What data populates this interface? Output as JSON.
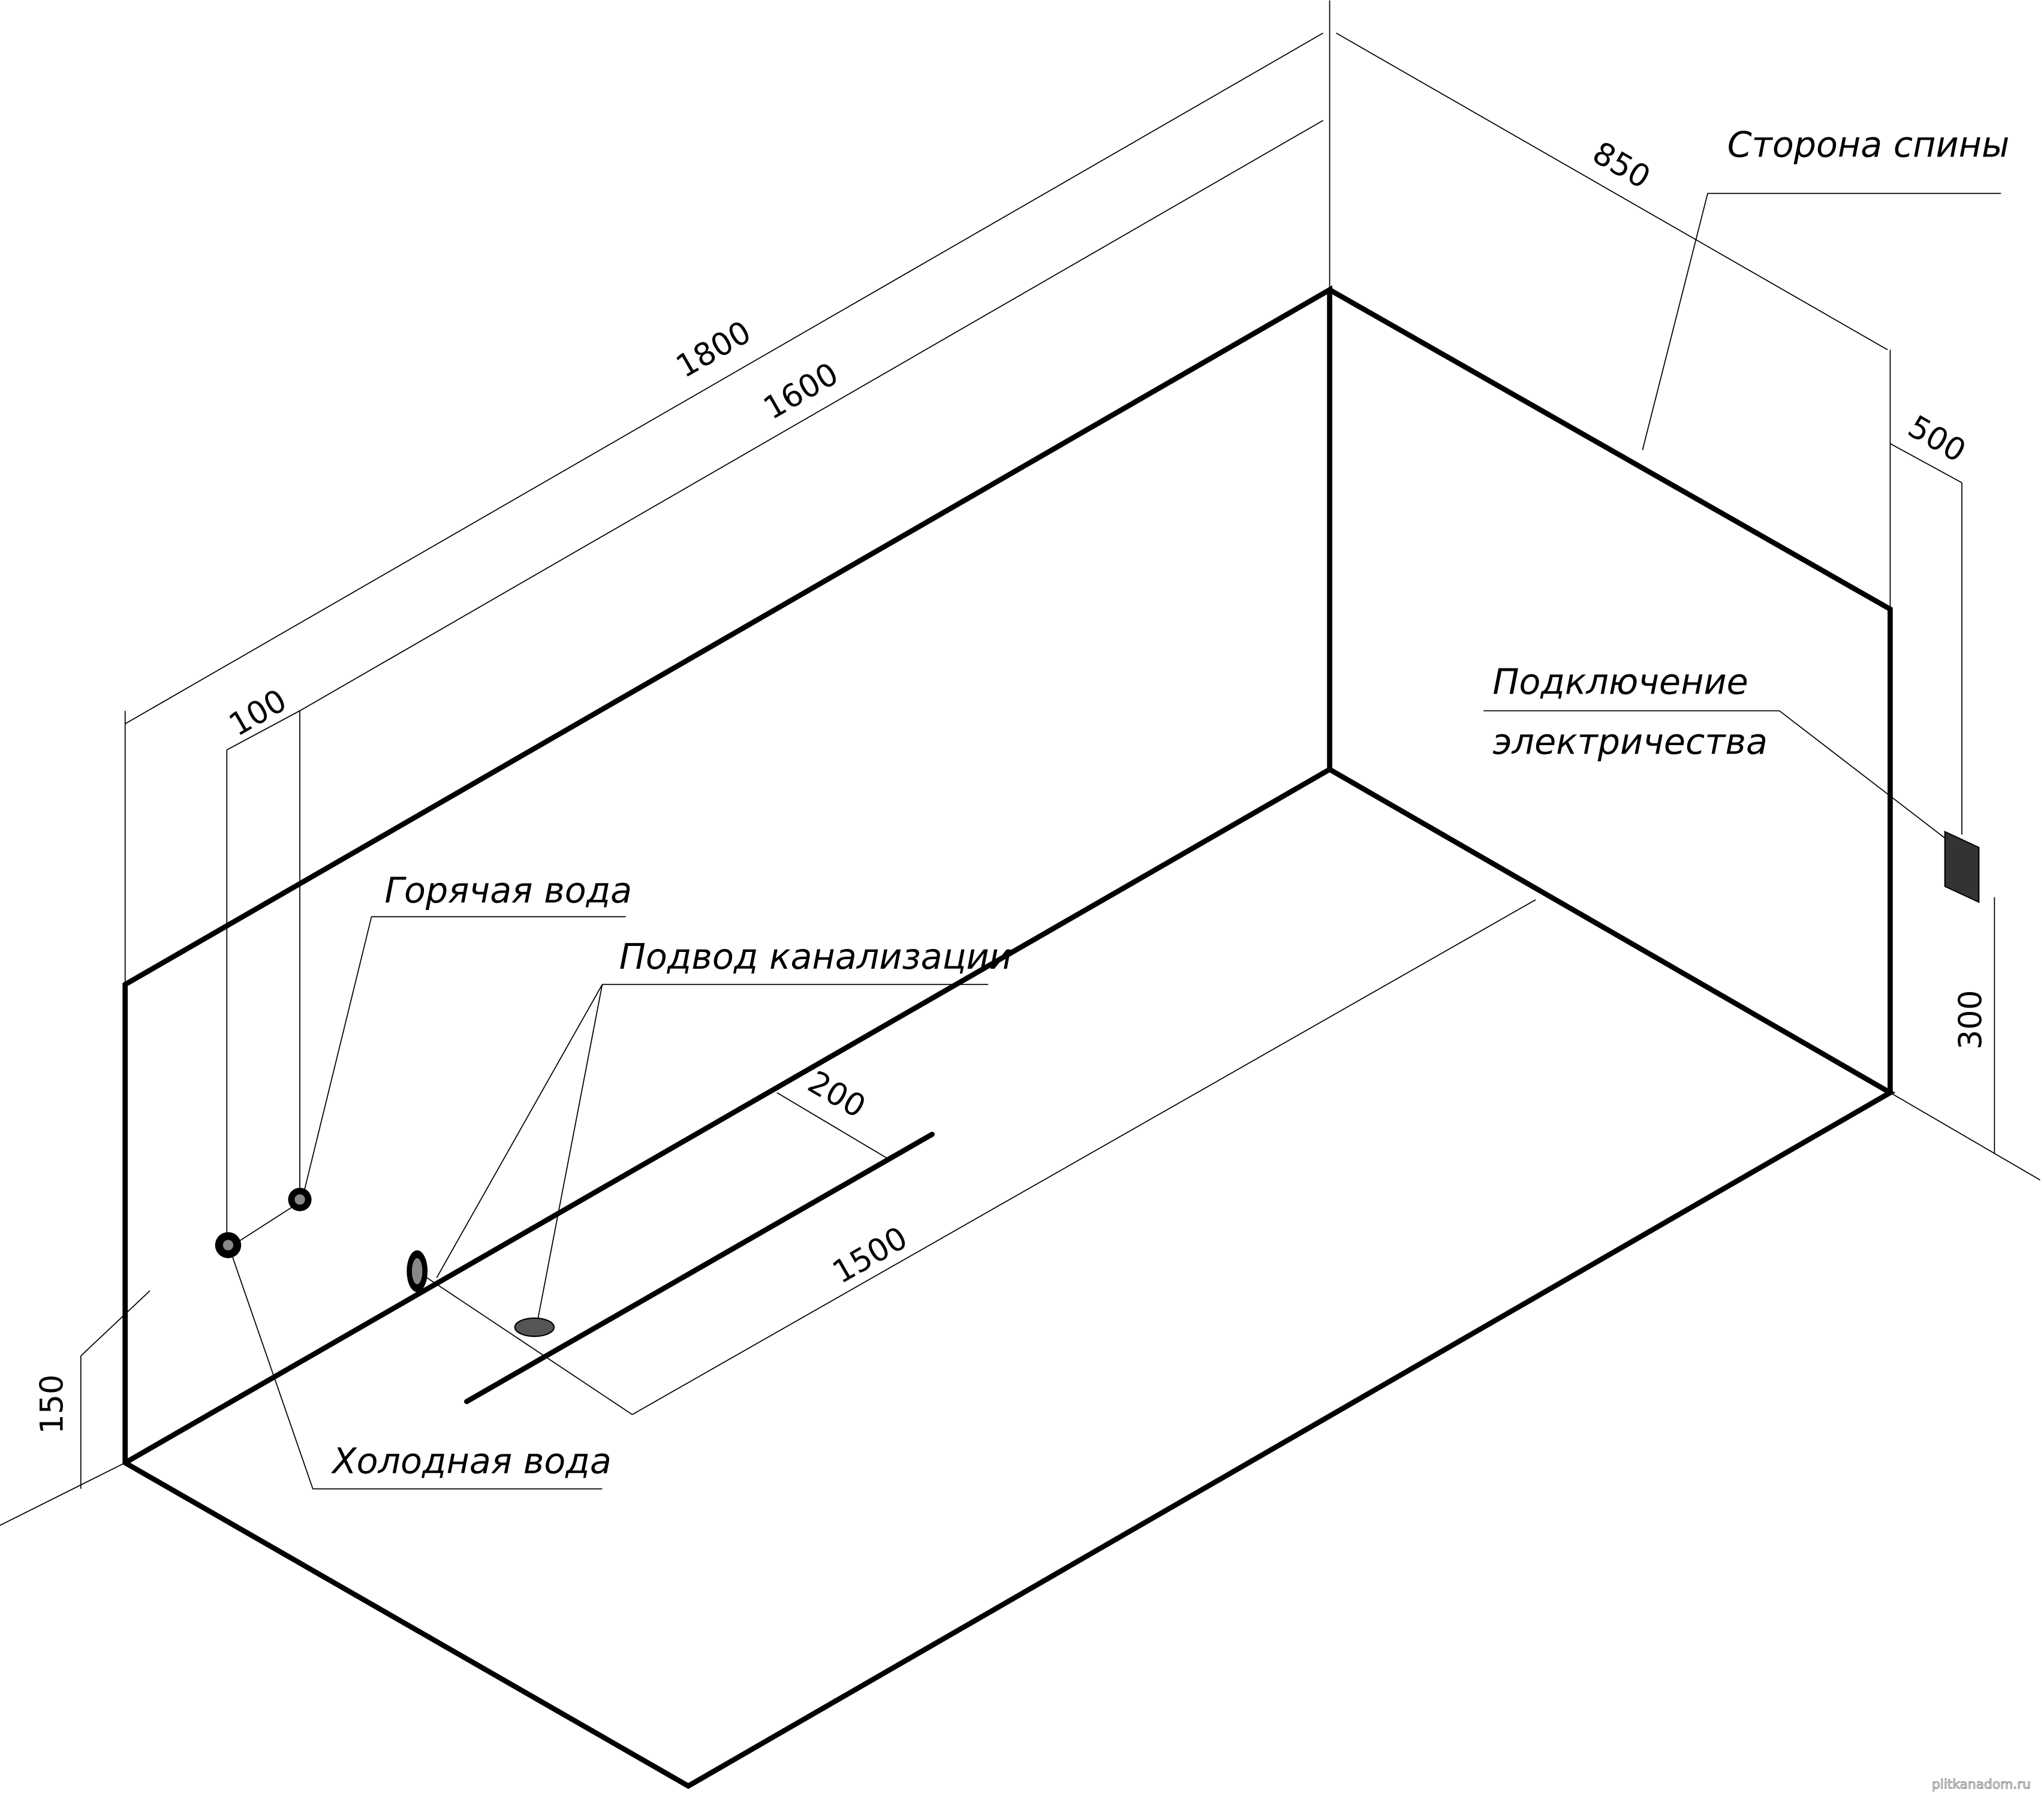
{
  "labels": {
    "back_side": "Сторона спины",
    "electric": [
      "Подключение",
      "электричества"
    ],
    "hot_water": "Горячая вода",
    "drain": "Подвод канализации",
    "cold_water": "Холодная вода"
  },
  "dimensions": {
    "total_length": "1800",
    "inner_length": "1600",
    "width": "850",
    "electric_offset": "500",
    "electric_height": "300",
    "pipe_spacing": "100",
    "drain_offset": "200",
    "drain_length": "1500",
    "water_height": "150"
  },
  "watermark": "plitkanadom.ru"
}
